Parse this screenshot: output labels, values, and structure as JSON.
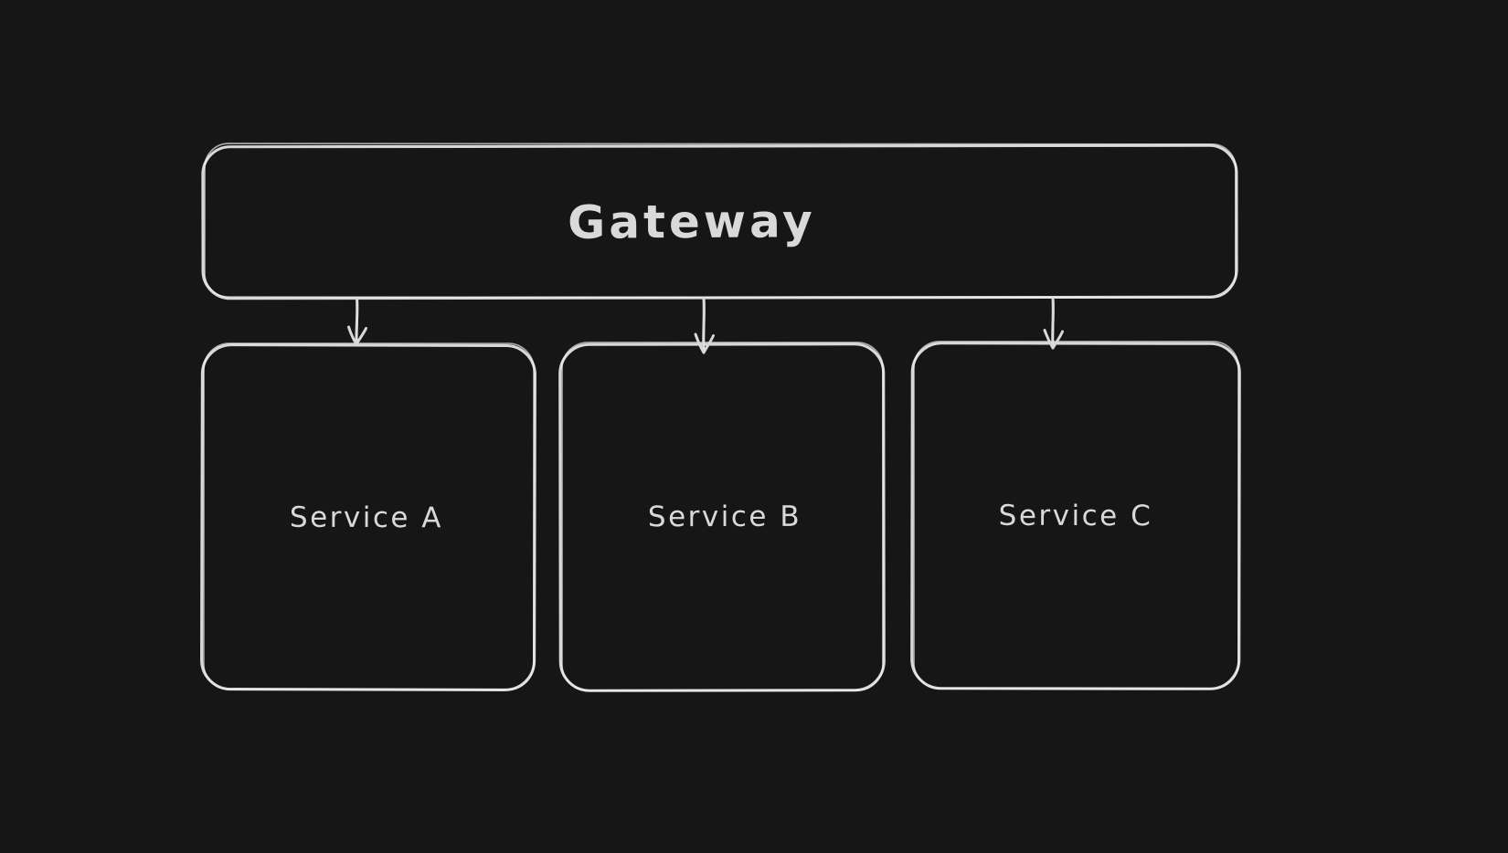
{
  "canvas": {
    "background_color": "#161616",
    "stroke_color": "#d8d8d8",
    "text_color": "#d9d9d9",
    "style": "hand-drawn"
  },
  "diagram": {
    "nodes": [
      {
        "id": "gateway",
        "label": "Gateway",
        "shape": "rounded-rectangle"
      },
      {
        "id": "service-a",
        "label": "Service A",
        "shape": "rounded-rectangle"
      },
      {
        "id": "service-b",
        "label": "Service B",
        "shape": "rounded-rectangle"
      },
      {
        "id": "service-c",
        "label": "Service C",
        "shape": "rounded-rectangle"
      }
    ],
    "edges": [
      {
        "from": "Gateway",
        "to": "Service A",
        "type": "arrow-down"
      },
      {
        "from": "Gateway",
        "to": "Service B",
        "type": "arrow-down"
      },
      {
        "from": "Gateway",
        "to": "Service C",
        "type": "arrow-down"
      }
    ]
  }
}
